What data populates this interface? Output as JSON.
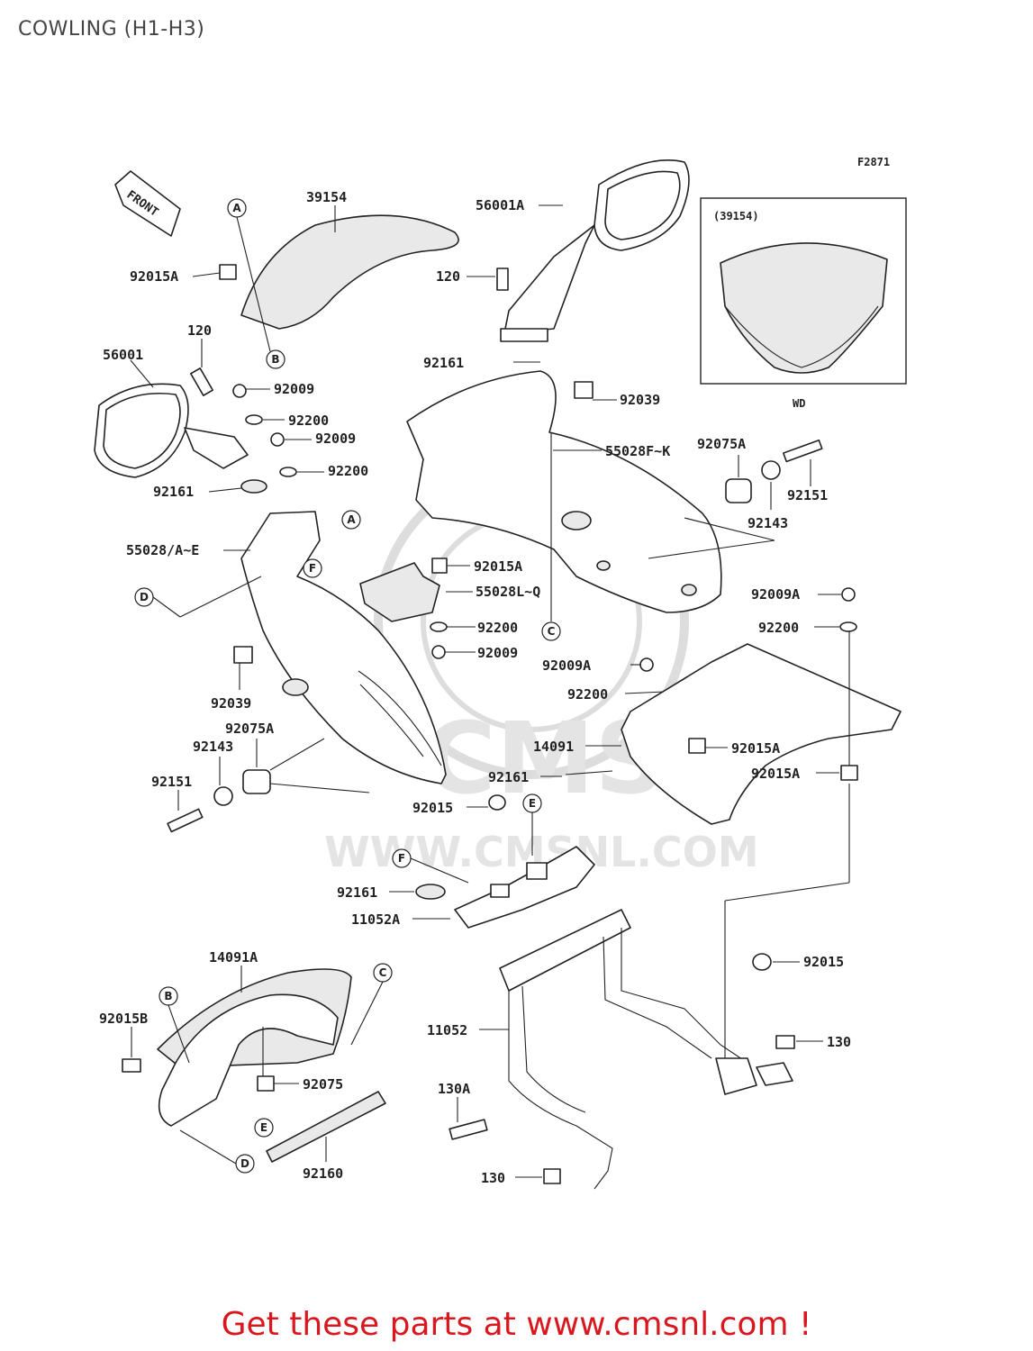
{
  "page": {
    "title": "COWLING (H1-H3)"
  },
  "diagram": {
    "figure_code": "F2871",
    "front_marker": "FRONT",
    "inset": {
      "part": "(39154)",
      "variant": "WD"
    },
    "watermark": {
      "brand": "CMS",
      "site": "WWW.CMSNL.COM"
    },
    "labels": {
      "p39154": "39154",
      "p56001A": "56001A",
      "p92015A_top": "92015A",
      "p120_top": "120",
      "p120_left": "120",
      "p56001": "56001",
      "p92009_a": "92009",
      "p92200_a": "92200",
      "p92009_b": "92009",
      "p92200_b": "92200",
      "p92161_a": "92161",
      "p92161_b": "92161",
      "p92039_right": "92039",
      "p55028FK": "55028F~K",
      "p92075A_right": "92075A",
      "p92151_right": "92151",
      "p92143_right": "92143",
      "p55028AE": "55028/A~E",
      "p92015A_mid": "92015A",
      "p55028LQ": "55028L~Q",
      "p92200_mid": "92200",
      "p92009_mid": "92009",
      "p92009A_r1": "92009A",
      "p92200_r1": "92200",
      "p92009A_r2": "92009A",
      "p92200_r2": "92200",
      "p92039_left": "92039",
      "p92075A_left": "92075A",
      "p92143_left": "92143",
      "p92151_left": "92151",
      "p14091": "14091",
      "p92015A_r3": "92015A",
      "p92015A_r4": "92015A",
      "p92161_c": "92161",
      "p92015_c": "92015",
      "p92161_d": "92161",
      "p11052A": "11052A",
      "p14091A": "14091A",
      "p92015B": "92015B",
      "p92075": "92075",
      "p92160": "92160",
      "p11052": "11052",
      "p92015_r": "92015",
      "p130_r": "130",
      "p130A": "130A",
      "p130_b": "130"
    },
    "refs": {
      "A": "A",
      "B": "B",
      "C": "C",
      "D": "D",
      "E": "E",
      "F": "F"
    }
  },
  "footer": {
    "text": "Get these parts at www.cmsnl.com !"
  }
}
